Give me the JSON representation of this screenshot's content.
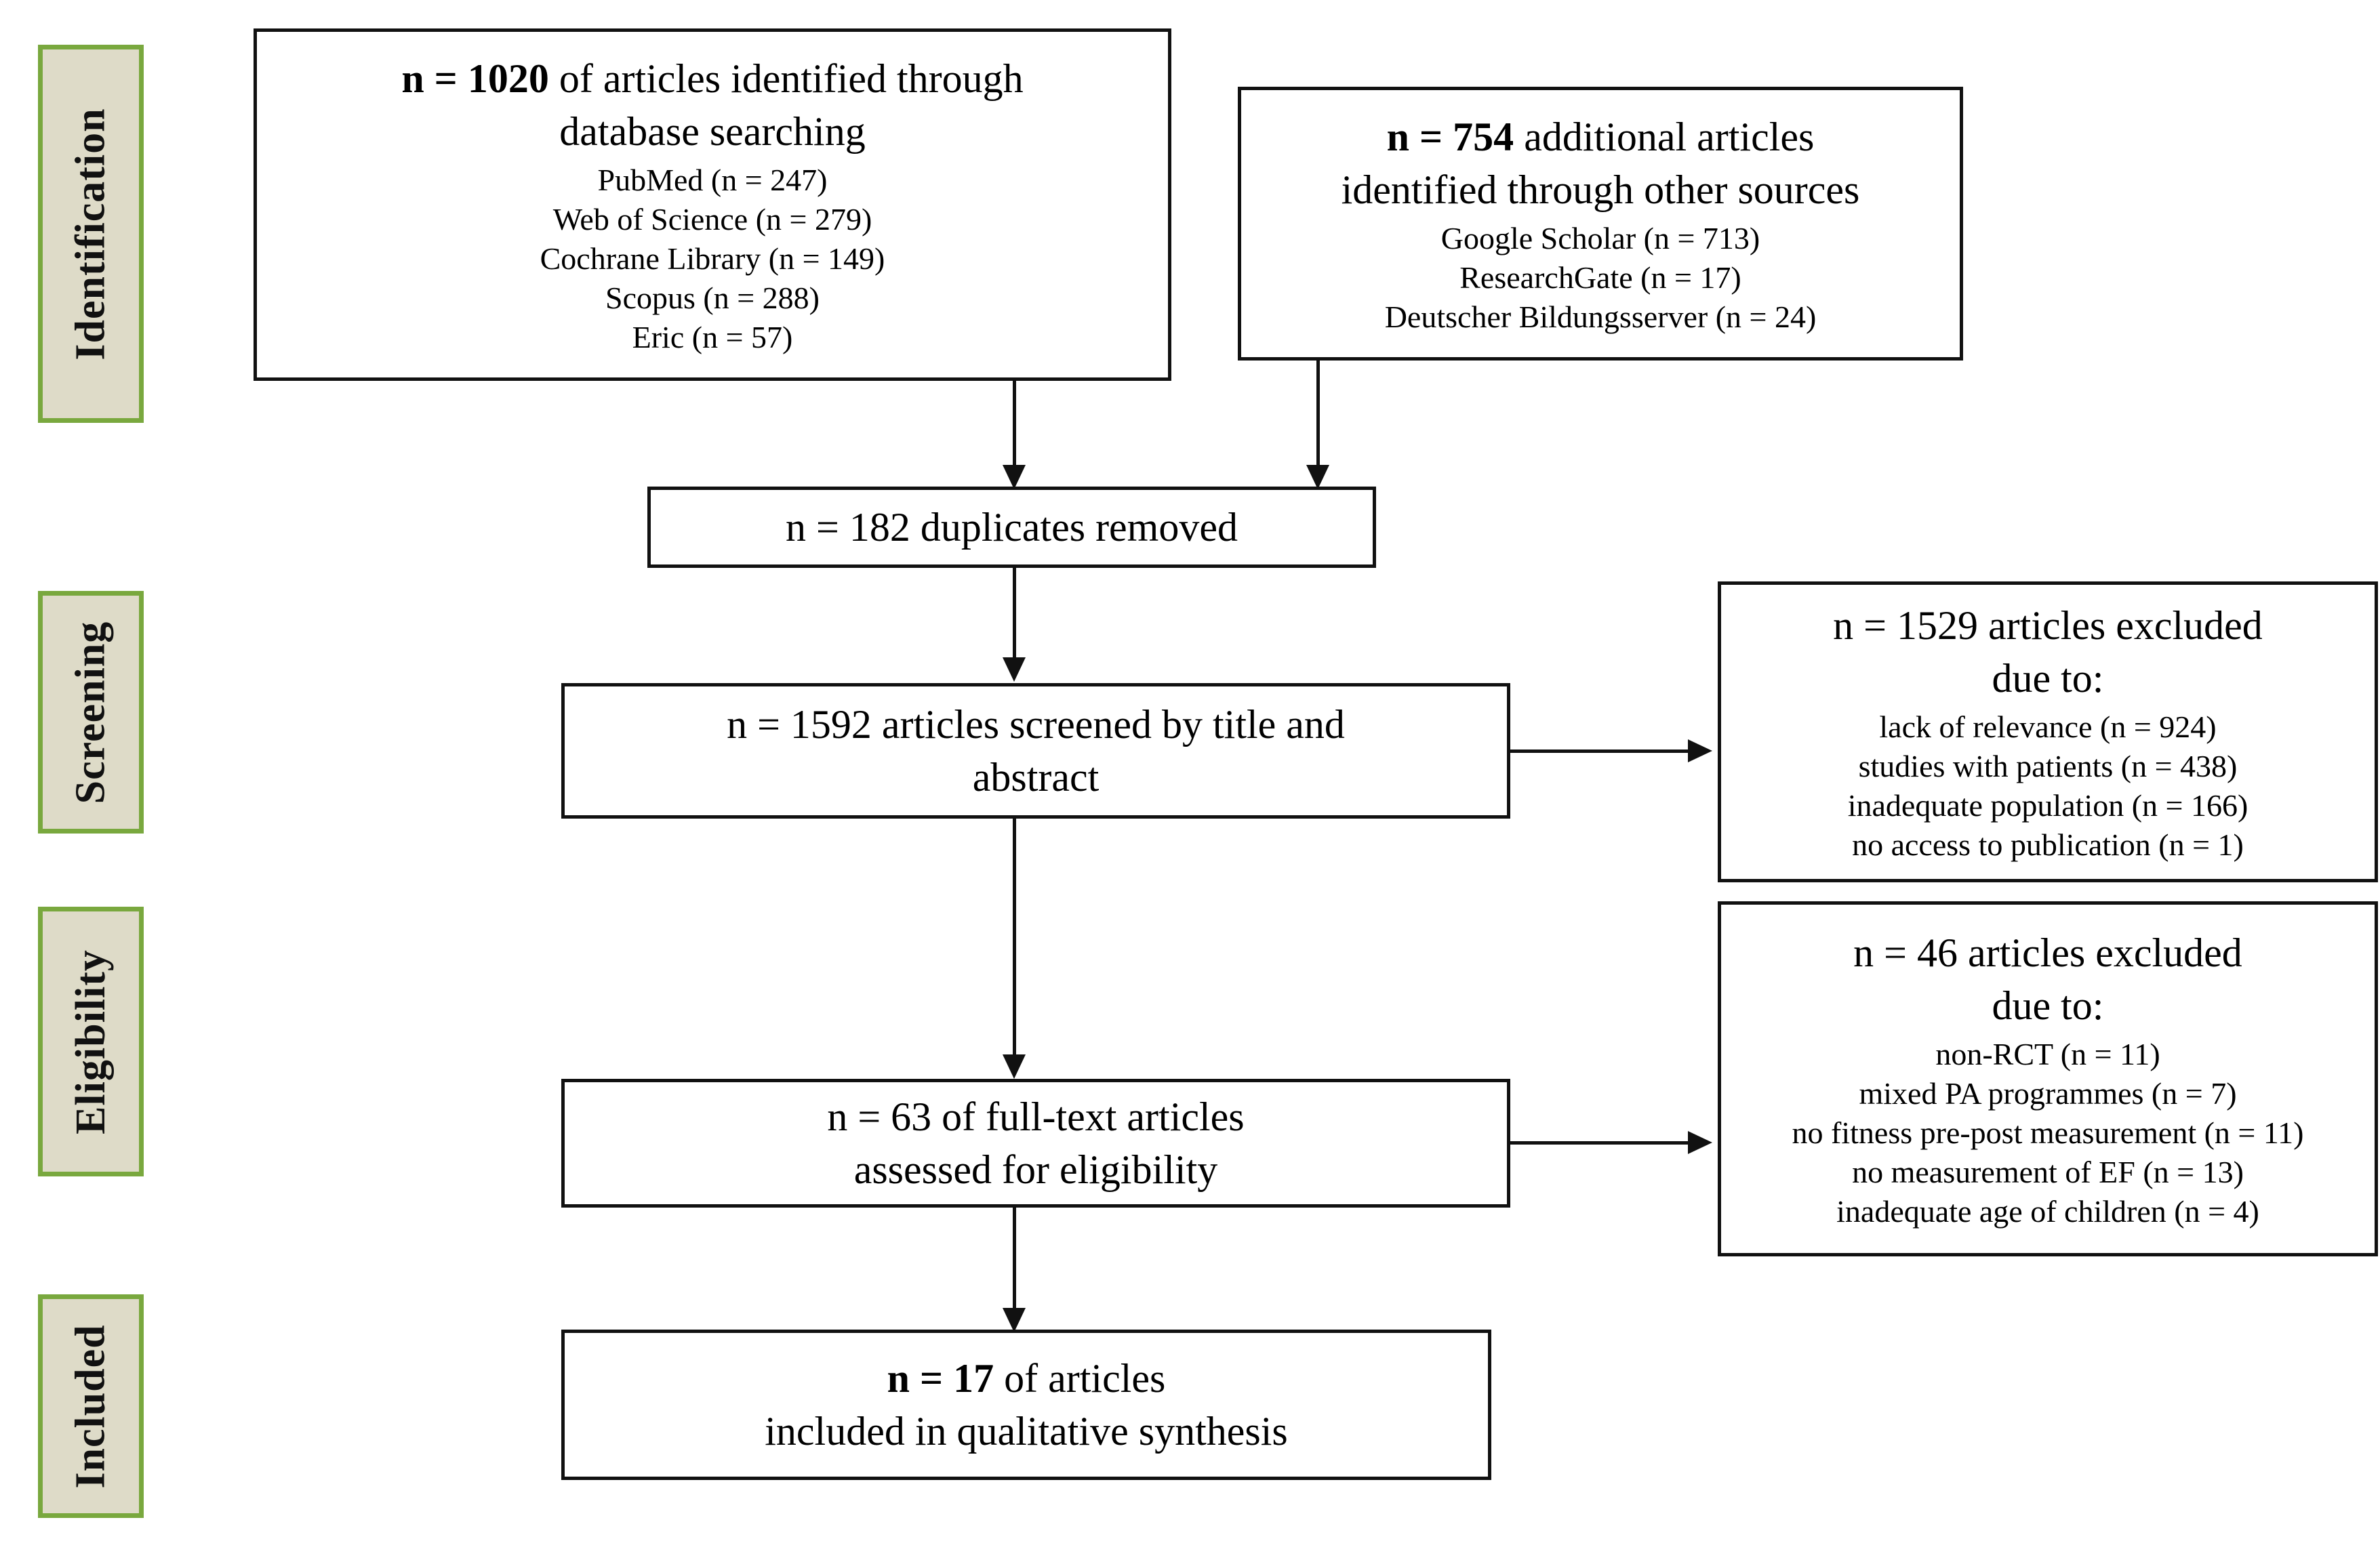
{
  "diagram": {
    "title": "PRISMA flow diagram of article selection",
    "type": "prisma-flowchart",
    "accent_color": "#79a83e",
    "label_fill_color": "#dedbc8",
    "box_border_color": "#111111"
  },
  "stages": [
    {
      "label": "Identification"
    },
    {
      "label": "Screening"
    },
    {
      "label": "Eligibility"
    },
    {
      "label": "Included"
    }
  ],
  "boxes": {
    "database_search": {
      "head_prefix": "n = 1020",
      "head_rest": " of articles identified through",
      "head_line2": "database searching",
      "sources": [
        "PubMed (n = 247)",
        "Web of Science  (n = 279)",
        "Cochrane Library  (n = 149)",
        "Scopus (n = 288)",
        "Eric (n = 57)"
      ]
    },
    "other_sources": {
      "head_prefix": "n = 754",
      "head_rest": " additional  articles",
      "head_line2": "identified through  other sources",
      "sources": [
        "Google Scholar (n = 713)",
        "ResearchGate  (n = 17)",
        "Deutscher Bildungsserver (n = 24)"
      ]
    },
    "duplicates": {
      "line1": "n = 182 duplicates removed"
    },
    "screened": {
      "line1": "n = 1592 articles screened by title and",
      "line2": "abstract"
    },
    "excluded_screening": {
      "line1": "n = 1529 articles excluded",
      "line2": "due to:",
      "reasons": [
        "lack of relevance (n = 924)",
        "studies with patients (n = 438)",
        "inadequate population (n = 166)",
        "no access to publication (n = 1)"
      ]
    },
    "fulltext": {
      "line1": "n = 63 of full-text articles",
      "line2": "assessed for eligibility"
    },
    "excluded_eligibility": {
      "line1": "n = 46 articles excluded",
      "line2": "due to:",
      "reasons": [
        "non-RCT (n = 11)",
        "mixed PA programmes (n = 7)",
        "no fitness pre-post measurement (n = 11)",
        "no measurement of EF (n = 13)",
        "inadequate age of children (n = 4)"
      ]
    },
    "included": {
      "head_prefix": "n = 17",
      "head_rest": " of articles",
      "line2": "included in qualitative synthesis"
    }
  }
}
